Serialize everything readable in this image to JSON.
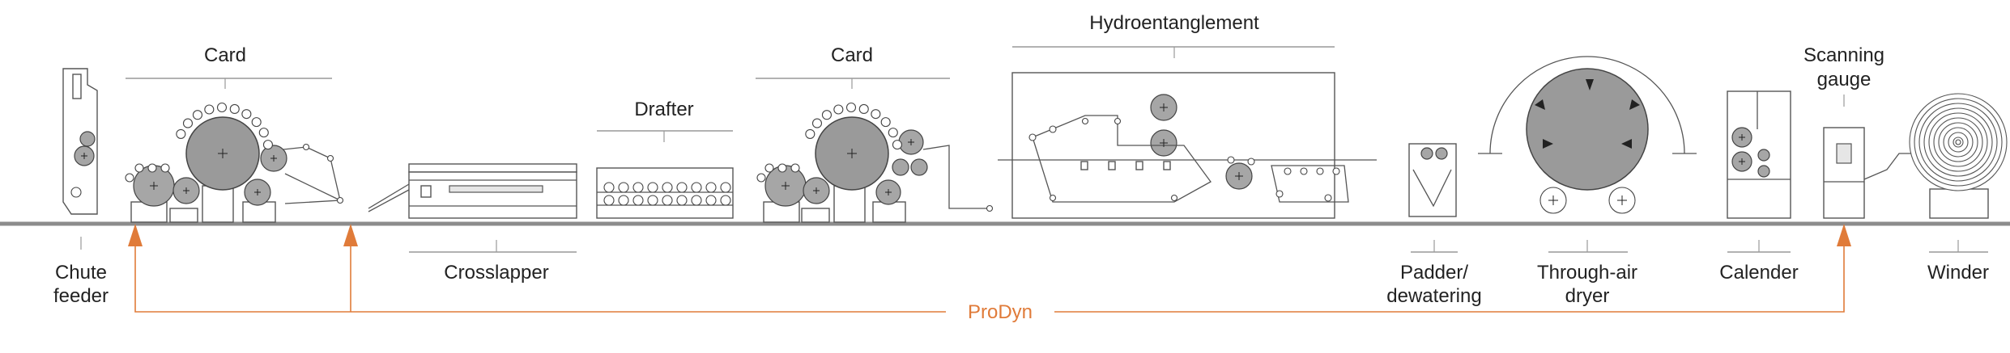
{
  "diagram": {
    "stations_top": [
      {
        "id": "card1",
        "label": "Card"
      },
      {
        "id": "drafter",
        "label": "Drafter"
      },
      {
        "id": "card2",
        "label": "Card"
      },
      {
        "id": "hydro",
        "label": "Hydroentanglement"
      },
      {
        "id": "gauge",
        "line1": "Scanning",
        "line2": "gauge"
      }
    ],
    "stations_bottom": [
      {
        "id": "chute",
        "line1": "Chute",
        "line2": "feeder"
      },
      {
        "id": "crosslapper",
        "line1": "Crosslapper"
      },
      {
        "id": "padder",
        "line1": "Padder/",
        "line2": "dewatering"
      },
      {
        "id": "dryer",
        "line1": "Through-air",
        "line2": "dryer"
      },
      {
        "id": "calender",
        "line1": "Calender"
      },
      {
        "id": "winder",
        "line1": "Winder"
      }
    ],
    "control_system": {
      "label": "ProDyn",
      "color": "#e07b39"
    },
    "colors": {
      "line_gray": "#999999",
      "machine_stroke": "#555555",
      "roll_fill": "#9a9a9a",
      "floor": "#8c8c8c"
    }
  }
}
